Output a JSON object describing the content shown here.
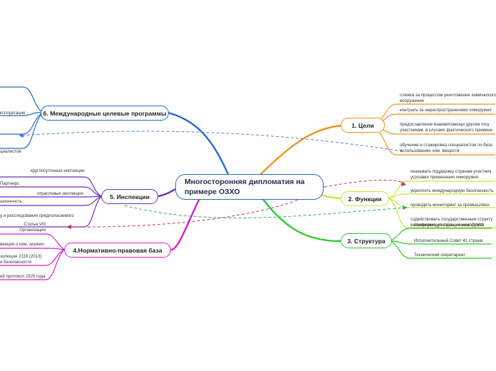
{
  "central": {
    "line1": "Многосторонняя дипломатия на",
    "line2": "примере ОЗХО"
  },
  "branches": {
    "goals": {
      "label": "1. Цели",
      "color": "#f0941a",
      "leaves": [
        {
          "l1": "слежка за процессом уничтожения химического",
          "l2": "вооружения"
        },
        {
          "l1": "контроль за нераспространением химоружия",
          "l2": ""
        },
        {
          "l1": "предоставление взаимопомощи другим госу",
          "l2": "участникам, в случаях фактического примене"
        },
        {
          "l1": "обучение и стажировка специалистов по безо",
          "l2": "использованию хим. веществ"
        }
      ]
    },
    "functions": {
      "label": "2. Функции",
      "color": "#c9e23a",
      "leaves": [
        {
          "l1": "оказывать поддержку странам-участник",
          "l2": "угрозами применения химоружия"
        },
        {
          "l1": "укреплять международную безопасность",
          "l2": ""
        },
        {
          "l1": "проводить мониторинг за промышленн",
          "l2": ""
        },
        {
          "l1": "содействовать государственным структу",
          "l2": "выполнению утилизации химоружия"
        }
      ]
    },
    "structure": {
      "label": "3. Структура",
      "color": "#2ec92e",
      "leaves": [
        {
          "l1": "Конференция стран-членов ОЗХО",
          "l2": ""
        },
        {
          "l1": "Исполнительный Совет 41 страна",
          "l2": ""
        },
        {
          "l1": "Технический секретариат",
          "l2": ""
        }
      ]
    },
    "legal": {
      "label": "4.Нормативно-правовая база",
      "color": "#d81fcf",
      "leaves": [
        {
          "l1": "Статья VIII",
          "l2": "Организация"
        },
        {
          "l1": "венция о хим. оружии",
          "l2": ""
        },
        {
          "l1": "золюции 2118 (2013)",
          "l2": "и Безопасности"
        },
        {
          "l1": "ий протокол 1925 года",
          "l2": ""
        }
      ]
    },
    "inspections": {
      "label": "5. Инспекции",
      "color": "#6a2fb5",
      "leaves": [
        {
          "l1": "круглосуточные инспекции",
          "l2": ""
        },
        {
          "l1": "Партнерс",
          "l2": ""
        },
        {
          "l1": "отраслевые инспекции",
          "l2": ""
        },
        {
          "l1": "шленность",
          "l2": ""
        },
        {
          "l1": "у и расследования предполагаемого",
          "l2": ""
        }
      ]
    },
    "programs": {
      "label": "6. Международные целевые программы",
      "color": "#2468c8",
      "leaves": [
        {
          "l1": "ксплуатации",
          "l2": ""
        },
        {
          "l1": "циалистов",
          "l2": ""
        }
      ]
    }
  },
  "colors": {
    "central_border": "#2a6fb5",
    "dash_red": "#cc3355",
    "dash_green": "#33aa55",
    "dash_blue": "#3d86d8"
  }
}
